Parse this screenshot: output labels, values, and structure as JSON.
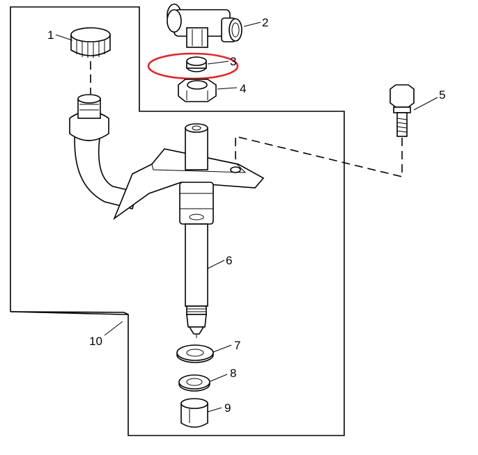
{
  "callouts": {
    "c1": "1",
    "c2": "2",
    "c3": "3",
    "c4": "4",
    "c5": "5",
    "c6": "6",
    "c7": "7",
    "c8": "8",
    "c9": "9",
    "c10": "10"
  },
  "colors": {
    "line": "#000000",
    "background": "#ffffff",
    "highlight": "#e0262b"
  },
  "highlighted_part": "3"
}
